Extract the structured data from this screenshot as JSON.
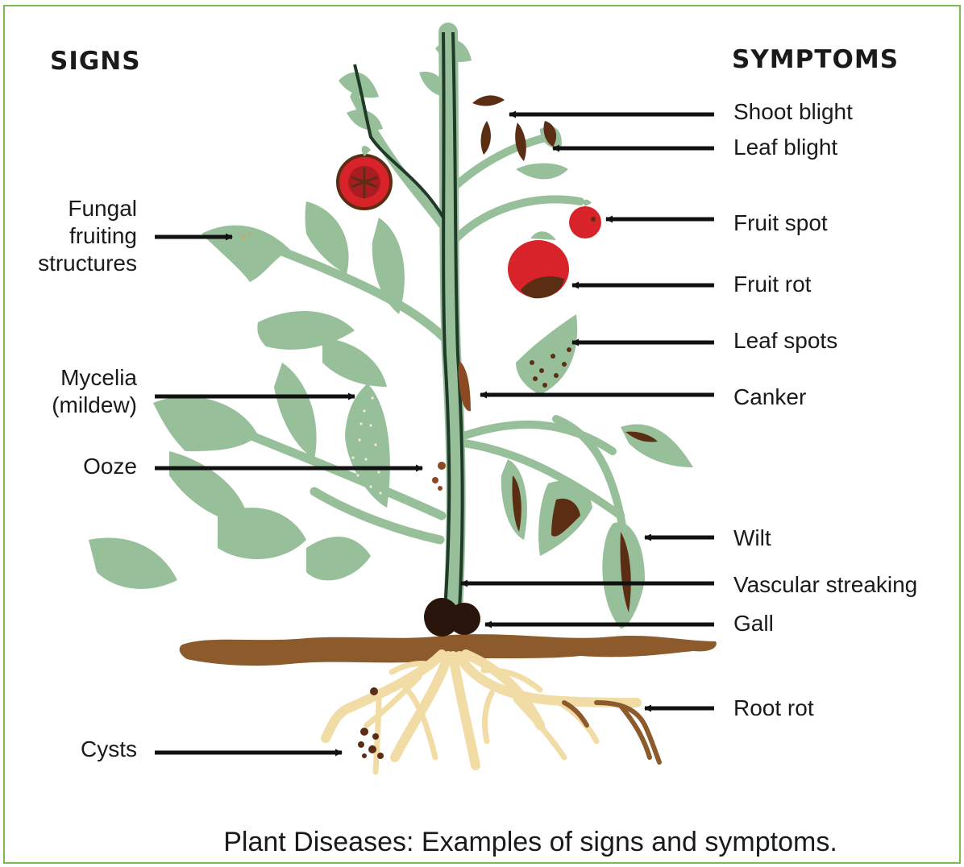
{
  "headings": {
    "signs": "SIGNS",
    "symptoms": "SYMPTOMS"
  },
  "signs": {
    "fungal_fruiting": [
      "Fungal",
      "fruiting",
      "structures"
    ],
    "mycelia": [
      "Mycelia",
      "(mildew)"
    ],
    "ooze": "Ooze",
    "cysts": "Cysts"
  },
  "symptoms": {
    "shoot_blight": "Shoot blight",
    "leaf_blight": "Leaf blight",
    "fruit_spot": "Fruit spot",
    "fruit_rot": "Fruit rot",
    "leaf_spots": "Leaf spots",
    "canker": "Canker",
    "wilt": "Wilt",
    "vascular_streaking": "Vascular streaking",
    "gall": "Gall",
    "root_rot": "Root rot"
  },
  "caption": "Plant Diseases: Examples of signs and symptoms.",
  "colors": {
    "frame": "#7dbb52",
    "leaf": "#97bf9a",
    "stem_dark": "#1f3a28",
    "soil": "#8c5a2b",
    "root": "#f2dca6",
    "disease_brown": "#5b2e14",
    "fruit_red": "#d8232a",
    "gall": "#2a150c"
  }
}
